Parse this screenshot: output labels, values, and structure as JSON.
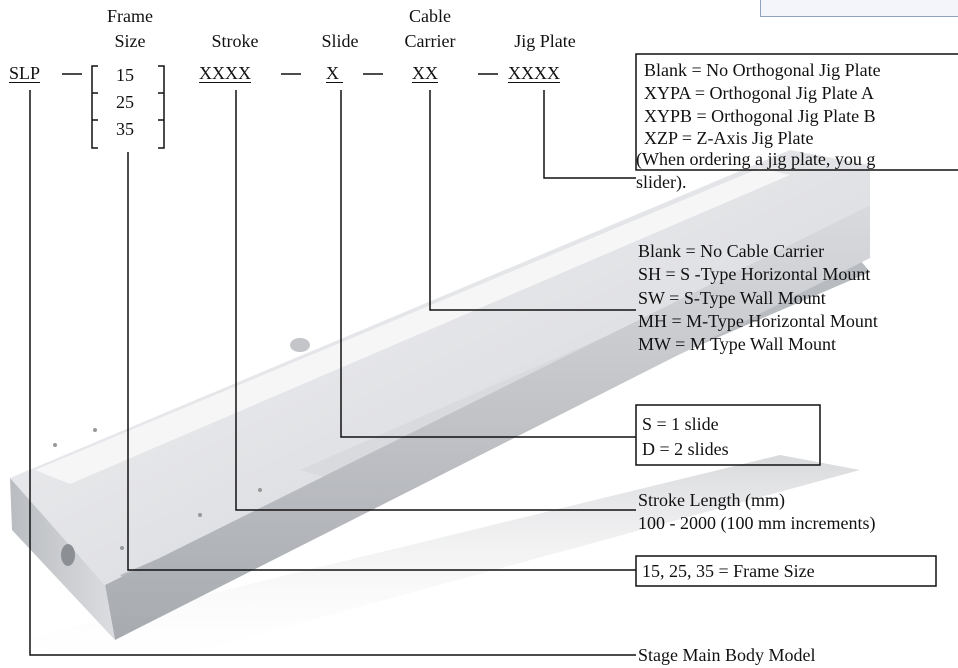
{
  "headers": {
    "frame_size_line1": "Frame",
    "frame_size_line2": "Size",
    "stroke": "Stroke",
    "slide": "Slide",
    "cable_carrier_line1": "Cable",
    "cable_carrier_line2": "Carrier",
    "jig_plate": "Jig Plate"
  },
  "model_code": {
    "prefix": "SLP",
    "frame_sizes": [
      "15",
      "25",
      "35"
    ],
    "stroke_code": "XXXX",
    "slide_code": "X",
    "cable_code": "XX",
    "jig_code": "XXXX"
  },
  "legends": {
    "jig_plate": [
      "Blank = No Orthogonal Jig Plate",
      "XYPA = Orthogonal Jig Plate A",
      "XYPB = Orthogonal Jig Plate B",
      "XZP = Z-Axis Jig Plate",
      "(When ordering a jig plate, you g",
      "slider)."
    ],
    "cable_carrier": [
      "Blank = No Cable Carrier",
      "SH = S -Type Horizontal Mount",
      "SW = S-Type Wall Mount",
      "MH = M-Type Horizontal Mount",
      "MW = M Type Wall Mount"
    ],
    "slide": [
      "S = 1 slide",
      "D = 2 slides"
    ],
    "stroke": [
      "Stroke Length (mm)",
      "100 - 2000 (100 mm increments)"
    ],
    "frame_size": "15, 25, 35 = Frame Size",
    "main_body": "Stage Main Body Model"
  },
  "colors": {
    "line": "#111111",
    "stage_light": "#e9eaec",
    "stage_mid": "#c9cbcf",
    "stage_dark": "#9a9da2",
    "corner_border": "#8fa3c0"
  }
}
